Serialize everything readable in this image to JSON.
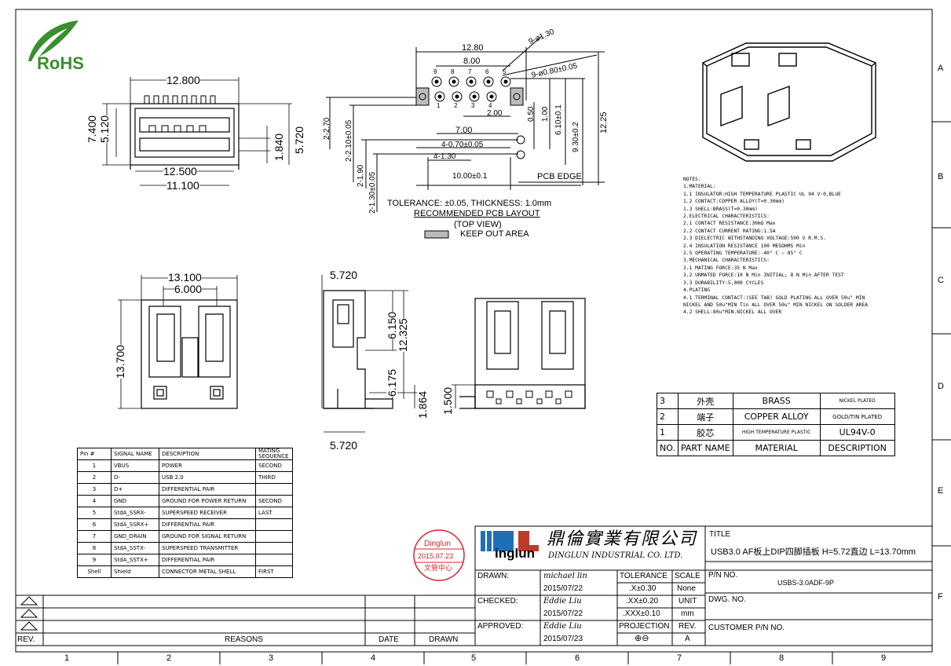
{
  "rohs": "RoHS",
  "grid": {
    "rows": [
      "A",
      "B",
      "C",
      "D",
      "E",
      "F"
    ],
    "cols": [
      "1",
      "2",
      "3",
      "4",
      "5",
      "6",
      "7",
      "8",
      "9"
    ]
  },
  "dims": {
    "front_width": "12.800",
    "front_h1": "7.400",
    "front_h2": "5.120",
    "front_inner": "12.500",
    "front_bottom": "11.100",
    "front_r1": "1.840",
    "front_r2": "5.720",
    "pcb_1280": "12.80",
    "pcb_800": "8.00",
    "pcb_hole1": "9-ø1.30",
    "pcb_hole2": "9-ø0.80±0.05",
    "pcb_200": "2.00",
    "pcb_700": "7.00",
    "pcb_470": "4-0.70±0.05",
    "pcb_4130": "4-1.30",
    "pcb_1000": "10.00±0.1",
    "pcb_edge": "PCB EDGE",
    "pcb_270": "2-2.70",
    "pcb_210": "2-2.10±0.05",
    "pcb_190": "2-1.90",
    "pcb_130": "2-1.30±0.05",
    "pcb_050": "0.50",
    "pcb_100": "1.00",
    "pcb_610": "6.10±0.1",
    "pcb_930": "9.30±0.2",
    "pcb_1225": "12.25",
    "pcb_pin_top": [
      "9",
      "8",
      "7",
      "6",
      "5"
    ],
    "pcb_pin_bot": [
      "1",
      "2",
      "3",
      "4"
    ],
    "tolerance": "TOLERANCE: ±0.05, THICKNESS: 1.0mm",
    "rec_layout": "RECOMMENDED PCB LAYOUT",
    "top_view": "(TOP VIEW)",
    "keep_out": "KEEP OUT AREA",
    "top_13100": "13.100",
    "top_6000": "6.000",
    "top_13700": "13.700",
    "side_5720_top": "5.720",
    "side_6150": "6.150",
    "side_12325": "12.325",
    "side_6175": "6.175",
    "side_1864": "1.864",
    "side_5720_bot": "5.720",
    "back_1500": "1.500"
  },
  "notes": [
    "NOTES:",
    "1.MATERIAL:",
    "  1.1 INSULATOR:HIGH TEMPERATURE PLASTIC UL 94 V-0,BLUE",
    "  1.2 CONTACT:COPPER ALLOY(T=0.30mm)",
    "  1.3 SHELL:BRASS(T=0.30mm)",
    "2.ELECTRICAL CHARACTERISTICS:",
    "  2.1 CONTACT RESISTANCE:30mΩ Max",
    "  2.2 CONTACT CURRENT RATING:1.5A",
    "  2.3 DIELECTRIC WITHSTANDING VOLTAGE:500 V R.M.S.",
    "  2.4 INSULATION RESISTANCE 100 MEGOHMS Min",
    "  2.5 OPERATING TEMPERATURE:-40° C ~ 85° C",
    "3.MECHANICAL CHARACTERISTICS:",
    "  3.1 MATING FORCE:35 N Max",
    "  3.2 UNMATED FORCE:10 N Min INITIAL; 8 N Min AFTER TEST",
    "  3.3 DURABILITY:5,000 CYCLES",
    "4.PLATING",
    "  4.1 TERMINAL CONTACT:(SEE TAB) GOLD PLATING ALL OVER 50u\" MIN",
    "      NICKEL AND 50u\"MIN Tin ALL OVER 50u\" MIN NICKEL ON SOLDER AREA",
    "  4.2 SHELL:80u\"MIN.NICKEL ALL OVER"
  ],
  "material_table": {
    "rows": [
      [
        "3",
        "外壳",
        "BRASS",
        "NICKEL PLATED"
      ],
      [
        "2",
        "端子",
        "COPPER ALLOY",
        "GOLD/TIN PLATED"
      ],
      [
        "1",
        "胶芯",
        "HIGH TEMPERATURE PLASTIC",
        "UL94V-0"
      ]
    ],
    "header": [
      "NO.",
      "PART NAME",
      "MATERIAL",
      "DESCRIPTION"
    ]
  },
  "pin_table": {
    "header": [
      "Pin #",
      "SIGNAL NAME",
      "DESCRIPTION",
      "MATING SEQUENCE"
    ],
    "rows": [
      [
        "1",
        "VBUS",
        "POWER",
        "SECOND"
      ],
      [
        "2",
        "D-",
        "USB 2.0",
        "THIRD"
      ],
      [
        "3",
        "D+",
        "DIFFERENTIAL PAIR",
        ""
      ],
      [
        "4",
        "GND",
        "GROUND FOR POWER RETURN",
        "SECOND"
      ],
      [
        "5",
        "StdA_SSRX-",
        "SUPERSPEED RECEIVER",
        "LAST"
      ],
      [
        "6",
        "StdA_SSRX+",
        "DIFFERENTIAL PAIR",
        ""
      ],
      [
        "7",
        "GND_DRAIN",
        "GROUND FOR SIGNAL RETURN",
        ""
      ],
      [
        "8",
        "StdA_SSTX-",
        "SUPERSPEED TRANSMITTER",
        ""
      ],
      [
        "9",
        "StdA_SSTX+",
        "DIFFERENTIAL PAIR",
        ""
      ],
      [
        "Shell",
        "Shield",
        "CONNECTOR METAL SHELL",
        "FIRST"
      ]
    ]
  },
  "stamp": {
    "line1": "Dinglun",
    "line2": "2015.07.23",
    "line3": "文管中心"
  },
  "title_block": {
    "logo": "inglun",
    "company_cn": "鼎倫實業有限公司",
    "company_en": "DINGLUN INDUSTRIAL CO. LTD.",
    "title_label": "TITLE",
    "title": "USB3.0 AF板上DIP四脚插板 H=5.72直边 L=13.70mm",
    "drawn_label": "DRAWN:",
    "drawn_name": "michael lin",
    "drawn_date": "2015/07/22",
    "checked_label": "CHECKED:",
    "checked_name": "Eddie Liu",
    "checked_date": "2015/07/22",
    "approved_label": "APPROVED:",
    "approved_name": "Eddie Liu",
    "approved_date": "2015/07/23",
    "tolerance_label": "TOLERANCE",
    "tol1": ".X±0.30",
    "tol2": ".XX±0.20",
    "tol3": ".XXX±0.10",
    "projection_label": "PROJECTION",
    "projection_symbol": "⊕⊖",
    "scale_label": "SCALE",
    "scale": "None",
    "unit_label": "UNIT",
    "unit": "mm",
    "rev_label": "REV.",
    "rev": "A",
    "pn_label": "P/N NO.",
    "pn": "USBS-3.0ADF-9P",
    "dwg_label": "DWG. NO.",
    "cust_label": "CUSTOMER P/N NO."
  },
  "rev_block": {
    "rev": "REV.",
    "reasons": "REASONS",
    "date": "DATE",
    "drawn": "DRAWN"
  }
}
